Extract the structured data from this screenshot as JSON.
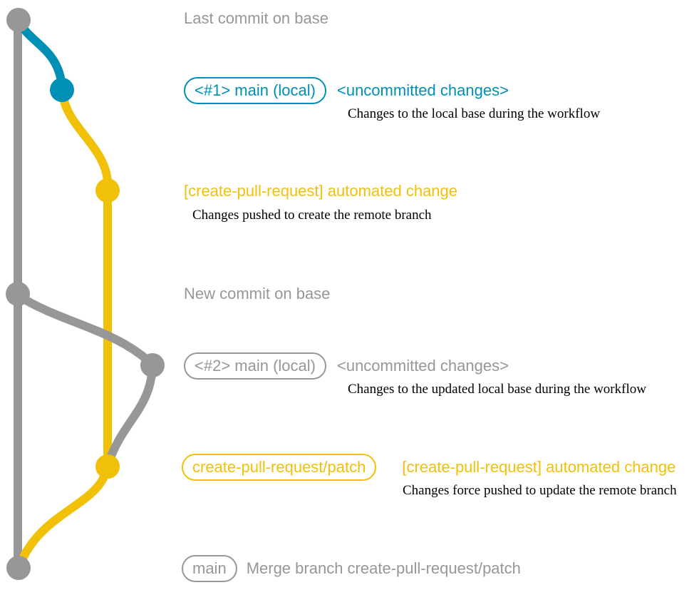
{
  "colors": {
    "gray": "#979797",
    "teal": "#008fb5",
    "yellow": "#f1c109",
    "note_text": "#000000",
    "background": "#ffffff"
  },
  "rows": {
    "last_commit": {
      "message": "Last commit on base"
    },
    "uncommitted_1": {
      "branch_label": "<#1> main (local)",
      "message": "<uncommitted changes>",
      "note": "Changes to the local base during the workflow"
    },
    "automated_change_1": {
      "message": "[create-pull-request] automated change",
      "note": "Changes pushed to create the remote branch"
    },
    "new_commit": {
      "message": "New commit on base"
    },
    "uncommitted_2": {
      "branch_label": "<#2> main (local)",
      "message": "<uncommitted changes>",
      "note": "Changes to the updated local base during the workflow"
    },
    "automated_change_2": {
      "branch_label": "create-pull-request/patch",
      "message": "[create-pull-request] automated change",
      "note": "Changes force pushed to update the remote branch"
    },
    "merge": {
      "branch_label": "main",
      "message": "Merge branch create-pull-request/patch"
    }
  }
}
